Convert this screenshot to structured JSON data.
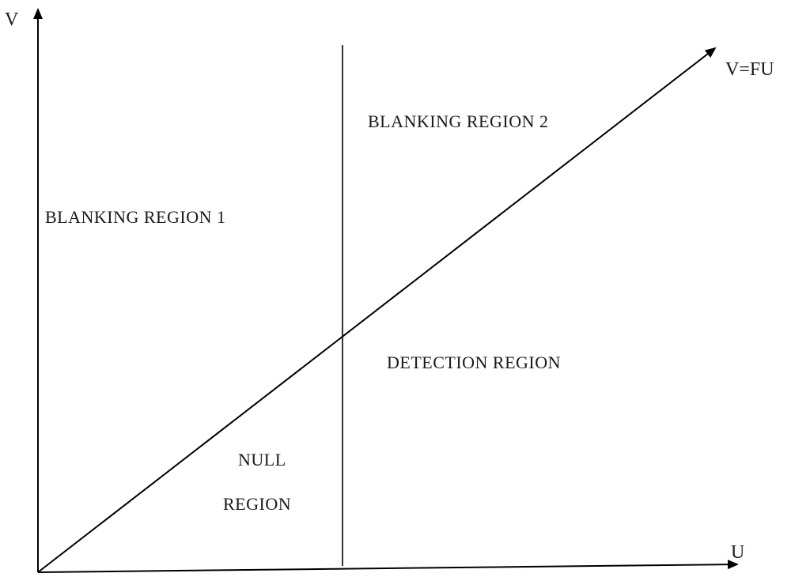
{
  "axes": {
    "y_label": "V",
    "x_label": "U"
  },
  "line_label": "V=FU",
  "regions": {
    "blanking_1": "BLANKING REGION 1",
    "blanking_2": "BLANKING REGION 2",
    "detection": "DETECTION REGION",
    "null_line1": "NULL",
    "null_line2": "REGION"
  },
  "colors": {
    "ink": "#000000",
    "background": "#ffffff"
  }
}
